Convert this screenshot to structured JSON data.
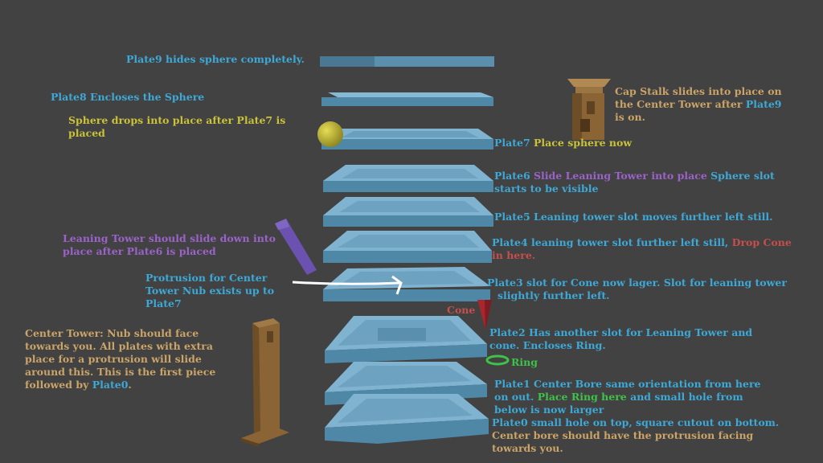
{
  "colors": {
    "background": "#424242",
    "plate_top": "#7fb3d0",
    "plate_side": "#4f87a7",
    "label_blue": "#3ea8d6",
    "label_yellow": "#c9c23a",
    "label_purple": "#9b63c9",
    "label_tan": "#caa468",
    "label_red": "#c2504e",
    "label_green": "#3fc24a",
    "tower_brown": "#8a6434"
  },
  "labels": {
    "plate9_left": "Plate9 hides sphere completely.",
    "plate8_left": "Plate8 Encloses the Sphere",
    "sphere_l1": "Sphere drops into place after Plate7 is",
    "sphere_l2": "placed",
    "leaning_l1": "Leaning Tower should slide down into",
    "leaning_l2": "place after Plate6 is placed",
    "protrusion_l1": "Protrusion for Center",
    "protrusion_l2": "Tower Nub exists up to",
    "protrusion_l3": "Plate7",
    "center_l1": "Center Tower: Nub should face",
    "center_l2": "towards you. All plates with extra",
    "center_l3": "place for a protrusion will slide",
    "center_l4": "around this. This is the first piece",
    "center_l5a": "followed by ",
    "center_l5b": "Plate0",
    "center_l5c": ".",
    "cap_l1": "Cap Stalk slides into place on",
    "cap_l2a": "the Center Tower after ",
    "cap_l2b": "Plate9",
    "cap_l3": "is on.",
    "plate7_a": "Plate7 ",
    "plate7_b": "Place sphere now",
    "plate6_a": "Plate6 ",
    "plate6_b": "Slide Leaning Tower into place ",
    "plate6_c": "Sphere slot",
    "plate6_l2": "starts to be visible",
    "plate5": "Plate5 Leaning tower slot moves further left still.",
    "plate4_a": "Plate4 leaning tower slot further left still, ",
    "plate4_b": "Drop Cone",
    "plate4_l2": "in here.",
    "plate3_l1": "Plate3 slot for Cone now lager. Slot for leaning tower",
    "plate3_l2": "slightly further left.",
    "cone": "Cone",
    "plate2_l1": "Plate2 Has another slot for Leaning Tower and",
    "plate2_l2": "cone. Encloses Ring.",
    "ring": "Ring",
    "plate1_l1": "Plate1 Center Bore same orientation from here",
    "plate1_l2a": "on out. ",
    "plate1_l2b": "Place Ring here",
    "plate1_l2c": " and small hole from",
    "plate1_l3": "below is now larger",
    "plate0_l1": "Plate0 small hole on top, square cutout on bottom.",
    "plate0_l2": "Center bore should have the protrusion facing",
    "plate0_l3": "towards you."
  }
}
